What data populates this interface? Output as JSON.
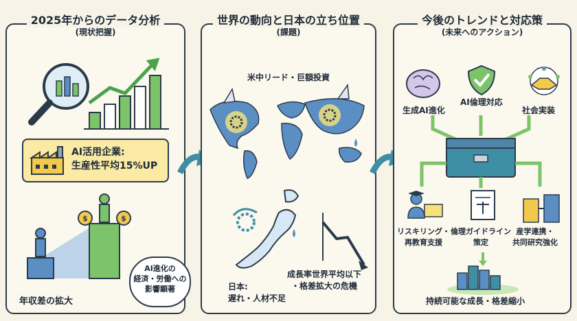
{
  "panel1": {
    "title": "2025年からのデータ分析",
    "subtitle": "(現状把握)",
    "callout_line1": "AI活用企業:",
    "callout_line2": "生産性平均15%UP",
    "bubble_line1": "AI進化の",
    "bubble_line2": "経済・労働への",
    "bubble_line3": "影響顕著",
    "bottom_label": "年収差の拡大"
  },
  "panel2": {
    "title": "世界の動向と日本の立ち位置",
    "subtitle": "(課題)",
    "map_label": "米中リード・巨額投資",
    "japan_line1": "日本:",
    "japan_line2": "遅れ・人材不足",
    "trend_line1": "成長率世界平均以下",
    "trend_line2": "・格差拡大の危機"
  },
  "panel3": {
    "title": "今後のトレンドと対応策",
    "subtitle": "(未来へのアクション)",
    "item1": "生成AI進化",
    "item2": "AI倫理対応",
    "item3": "社会実装",
    "item4_line1": "リスキリング・",
    "item4_line2": "再教育支援",
    "item5_line1": "倫理ガイドライン",
    "item5_line2": "策定",
    "item6_line1": "産学連携・",
    "item6_line2": "共同研究強化",
    "bottom_label": "持続可能な成長・格差縮小"
  },
  "colors": {
    "navy": "#2b3a4a",
    "green": "#7cc36a",
    "blue": "#5b8fc4",
    "teal": "#3e8fa5",
    "yellow": "#fbeaa4"
  }
}
